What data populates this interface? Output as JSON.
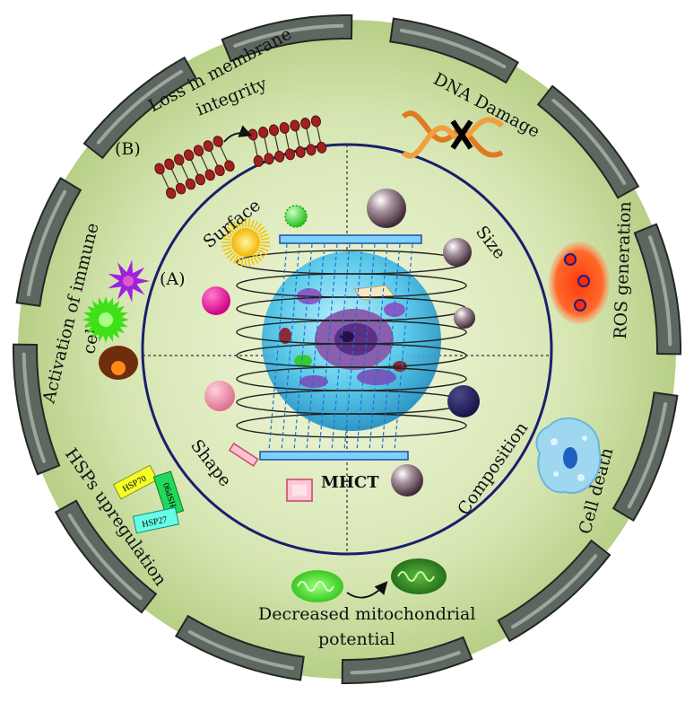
{
  "panel_a_marker": "(A)",
  "panel_b_marker": "(B)",
  "center_label": "MHCT",
  "quadrants": {
    "surface": "Surface",
    "size": "Size",
    "shape": "Shape",
    "composition": "Composition"
  },
  "effects": {
    "membrane_line1": "Loss in membrane",
    "membrane_line2": "integrity",
    "dna": "DNA Damage",
    "ros": "ROS generation",
    "cell_death": "Cell death",
    "mito_line1": "Decreased mitochondrial",
    "mito_line2": "potential",
    "hsp": "HSPs upregulation",
    "immune_line1": "Activation of immune",
    "immune_line2": "cells"
  },
  "hsp_tags": [
    "HSP70",
    "HSP90",
    "HSP27"
  ],
  "colors": {
    "outer_cell": "#c9dca0",
    "inner_ring": "#1a1f6e",
    "membrane_segment": "#56605a",
    "dna_strand": "#e07a20",
    "ros_glow": "#ff5a1e",
    "mito_green": "#3fdc2a"
  }
}
